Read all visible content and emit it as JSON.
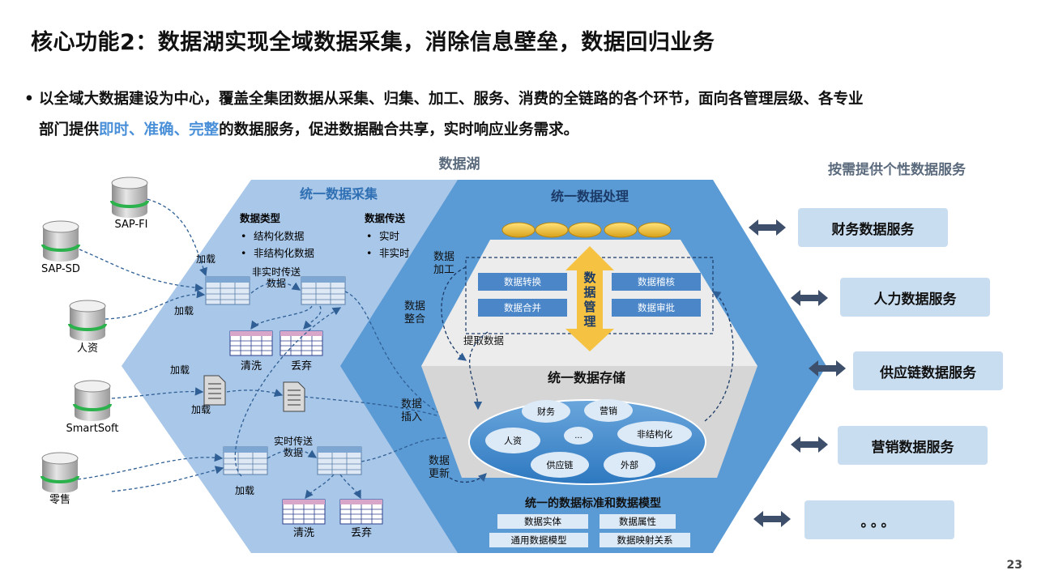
{
  "header": {
    "title": "核心功能2：数据湖实现全域数据采集，消除信息壁垒，数据回归业务",
    "bullet_dot": "•",
    "bullet_part1": "以全域大数据建设为中心，覆盖全集团数据从采集、归集、加工、服务、消费的全链路的各个环节，面向各管理层级、各专业",
    "bullet_part2": "部门提供",
    "bullet_highlight_1": "即时",
    "bullet_sep_1": "、",
    "bullet_highlight_2": "准确",
    "bullet_sep_2": "、",
    "bullet_highlight_3": "完整",
    "bullet_part3": "的数据服务，促进数据融合共享，实时响应业务需求。"
  },
  "diagram": {
    "lake_label": "数据湖",
    "services_header": "按需提供个性数据服务",
    "collection": {
      "title": "统一数据采集",
      "type_header": "数据类型",
      "types": [
        "结构化数据",
        "非结构化数据"
      ],
      "transfer_header": "数据传送",
      "transfers": [
        "实时",
        "非实时"
      ],
      "non_realtime_label_1": "非实时传送",
      "non_realtime_label_2": "数据",
      "realtime_label_1": "实时传送",
      "realtime_label_2": "数据",
      "load": "加载",
      "clean": "清洗",
      "discard": "丢弃"
    },
    "sources": [
      "SAP-FI",
      "SAP-SD",
      "人资",
      "SmartSoft",
      "零售"
    ],
    "processing": {
      "title": "统一数据处理",
      "side_label_1": "数据",
      "side_label_2": "加工",
      "integrate_1": "数据",
      "integrate_2": "整合",
      "insert_1": "数据",
      "insert_2": "插入",
      "update_1": "数据",
      "update_2": "更新",
      "extract": "提取数据",
      "mgmt_chars": [
        "数",
        "据",
        "管",
        "理"
      ],
      "ops": [
        "数据转换",
        "数据稽核",
        "数据合并",
        "数据审批"
      ]
    },
    "storage": {
      "title": "统一数据存储",
      "items": [
        "财务",
        "营销",
        "人资",
        "...",
        "非结构化",
        "供应链",
        "外部"
      ]
    },
    "standard": {
      "title": "统一的数据标准和数据模型",
      "items": [
        "数据实体",
        "数据属性",
        "通用数据模型",
        "数据映射关系"
      ]
    },
    "services": [
      "财务数据服务",
      "人力数据服务",
      "供应链数据服务",
      "营销数据服务",
      "。。。"
    ]
  },
  "page_number": "23",
  "colors": {
    "light_blue": "#a9c7e8",
    "mid_blue": "#5b9bd5",
    "service_box": "#c9ddf1",
    "gold": "#f5c242",
    "highlight": "#4a90d9"
  }
}
